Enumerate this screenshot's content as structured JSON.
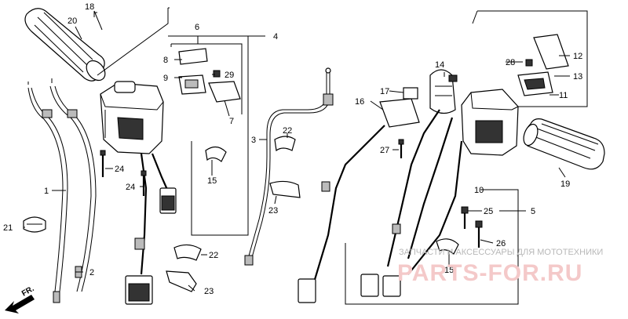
{
  "callouts": [
    "1",
    "2",
    "3",
    "4",
    "5",
    "6",
    "7",
    "8",
    "9",
    "10",
    "11",
    "12",
    "13",
    "14",
    "15",
    "15",
    "15",
    "16",
    "17",
    "18",
    "19",
    "20",
    "21",
    "22",
    "22",
    "23",
    "23",
    "24",
    "24",
    "25",
    "26",
    "27",
    "28",
    "29"
  ],
  "watermark": {
    "line1": "ЗАПЧАСТИ И АКСЕССУАРЫ ДЛЯ МОТОТЕХНИКИ",
    "line2": "PARTS-FOR.RU"
  },
  "direction_label": "FR."
}
